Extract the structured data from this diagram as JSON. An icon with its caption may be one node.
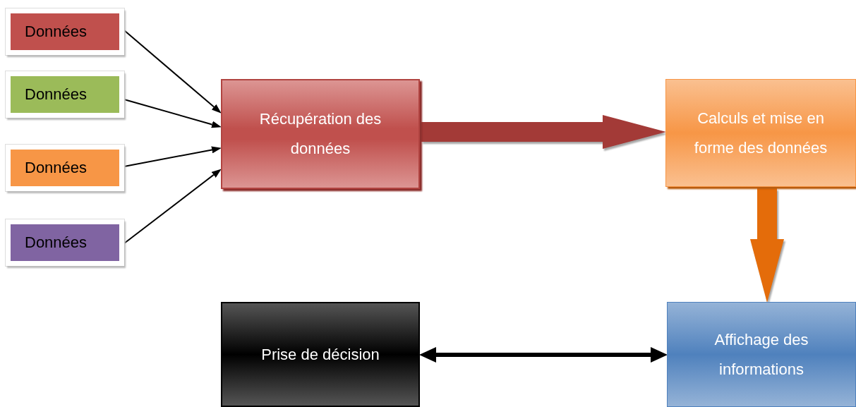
{
  "diagram": {
    "nodes": [
      {
        "text": [
          "Données"
        ]
      },
      {
        "text": [
          "Données"
        ]
      },
      {
        "text": [
          "Données"
        ]
      },
      {
        "text": [
          "Données"
        ]
      },
      {
        "text": [
          "Récupération des données"
        ]
      },
      {
        "text": [
          "Calculs et mise en forme des données"
        ]
      },
      {
        "text": [
          "Affichage des informations"
        ]
      },
      {
        "text": [
          "Prise de décision"
        ]
      }
    ],
    "edges": [
      {
        "from": 0,
        "to": 4,
        "arrow": "to"
      },
      {
        "from": 1,
        "to": 4,
        "arrow": "to"
      },
      {
        "from": 2,
        "to": 4,
        "arrow": "to"
      },
      {
        "from": 3,
        "to": 4,
        "arrow": "to"
      },
      {
        "from": 4,
        "to": 5,
        "arrow": "to",
        "style": "thick",
        "color": "#a33a37"
      },
      {
        "from": 5,
        "to": 6,
        "arrow": "to",
        "style": "thick",
        "color": "#e46c0a"
      },
      {
        "from": 7,
        "to": 6,
        "arrow": "both",
        "style": "thick"
      }
    ]
  }
}
